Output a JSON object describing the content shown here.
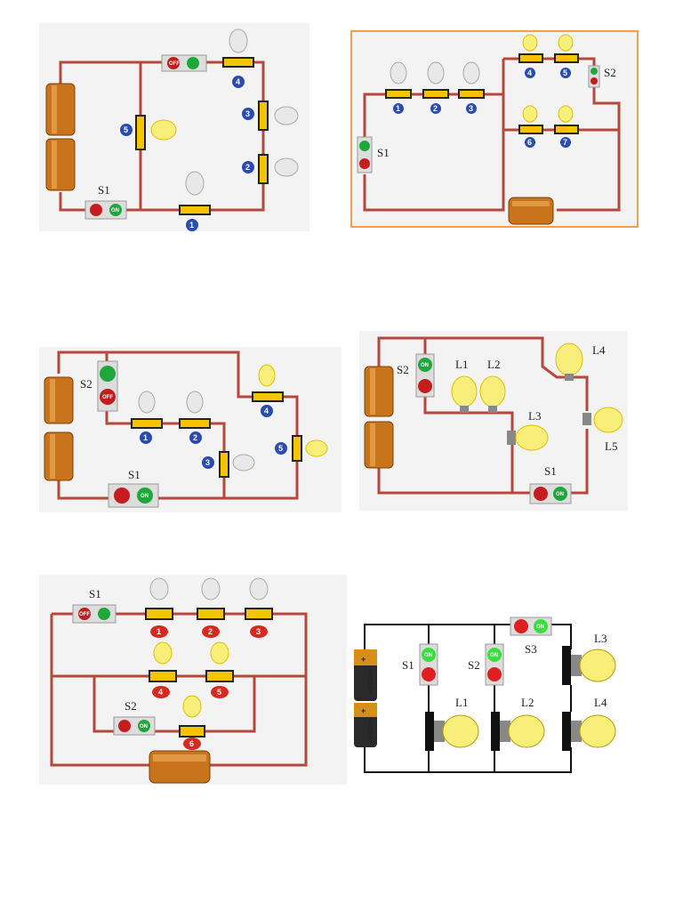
{
  "colors": {
    "wire": "#b5483a",
    "bulb_on": "#f7ef7a",
    "bulb_off": "#e8e8e8",
    "socket": "#f5c400",
    "battery": "#c8741a",
    "badge_blue": "#2a4bb0",
    "badge_red": "#d62a1e",
    "switch_green": "#1fa83a",
    "switch_red": "#c41d1d",
    "panel2_border": "#f0a04a"
  },
  "p1": {
    "s1": "S1",
    "n1": "1",
    "n2": "2",
    "n3": "3",
    "n4": "4",
    "n5": "5",
    "off": "OFF",
    "on": "ON"
  },
  "p2": {
    "s1": "S1",
    "s2": "S2",
    "n1": "1",
    "n2": "2",
    "n3": "3",
    "n4": "4",
    "n5": "5",
    "n6": "6",
    "n7": "7"
  },
  "p3": {
    "s1": "S1",
    "s2": "S2",
    "n1": "1",
    "n2": "2",
    "n3": "3",
    "n4": "4",
    "n5": "5",
    "on": "ON",
    "off": "OFF"
  },
  "p4": {
    "s1": "S1",
    "s2": "S2",
    "l1": "L1",
    "l2": "L2",
    "l3": "L3",
    "l4": "L4",
    "l5": "L5",
    "on": "ON"
  },
  "p5": {
    "s1": "S1",
    "s2": "S2",
    "n1": "1",
    "n2": "2",
    "n3": "3",
    "n4": "4",
    "n5": "5",
    "n6": "6",
    "off": "OFF",
    "on": "ON"
  },
  "p6": {
    "s1": "S1",
    "s2": "S2",
    "s3": "S3",
    "l1": "L1",
    "l2": "L2",
    "l3": "L3",
    "l4": "L4",
    "on": "ON",
    "battery": "BATTERY",
    "plus": "+"
  }
}
